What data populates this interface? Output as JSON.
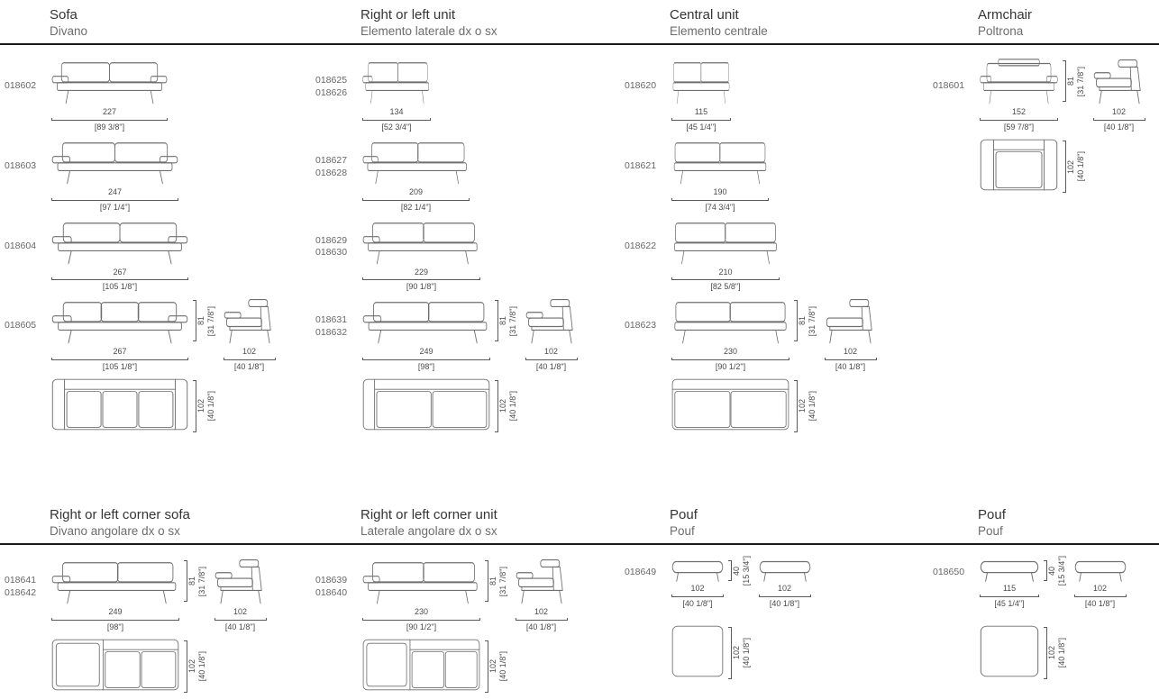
{
  "colors": {
    "rule": "#191919",
    "stroke": "#6f6f6f",
    "title": "#353535",
    "muted": "#6d6d6d",
    "dim": "#4a4a4a"
  },
  "sections": [
    {
      "columns": [
        {
          "title": "Sofa",
          "subtitle": "Divano",
          "rows": [
            {
              "codes": [
                "018602"
              ],
              "front": {
                "cm": "227",
                "in": "[89 3/8\"]"
              }
            },
            {
              "codes": [
                "018603"
              ],
              "front": {
                "cm": "247",
                "in": "[97 1/4\"]"
              }
            },
            {
              "codes": [
                "018604"
              ],
              "front": {
                "cm": "267",
                "in": "[105 1/8\"]"
              }
            },
            {
              "codes": [
                "018605"
              ],
              "front": {
                "cm": "267",
                "in": "[105 1/8\"]"
              },
              "height": {
                "cm": "81",
                "in": "[31 7/8\"]"
              },
              "side": {
                "cm": "102",
                "in": "[40 1/8\"]"
              }
            },
            {
              "top": {
                "cm": "102",
                "in": "[40 1/8\"]"
              }
            }
          ]
        },
        {
          "title": "Right or left unit",
          "subtitle": "Elemento laterale dx o sx",
          "rows": [
            {
              "codes": [
                "018625",
                "018626"
              ],
              "front": {
                "cm": "134",
                "in": "[52 3/4\"]"
              }
            },
            {
              "codes": [
                "018627",
                "018628"
              ],
              "front": {
                "cm": "209",
                "in": "[82 1/4\"]"
              }
            },
            {
              "codes": [
                "018629",
                "018630"
              ],
              "front": {
                "cm": "229",
                "in": "[90 1/8\"]"
              }
            },
            {
              "codes": [
                "018631",
                "018632"
              ],
              "front": {
                "cm": "249",
                "in": "[98\"]"
              },
              "height": {
                "cm": "81",
                "in": "[31 7/8\"]"
              },
              "side": {
                "cm": "102",
                "in": "[40 1/8\"]"
              }
            },
            {
              "top": {
                "cm": "102",
                "in": "[40 1/8\"]"
              }
            }
          ]
        },
        {
          "title": "Central unit",
          "subtitle": "Elemento centrale",
          "rows": [
            {
              "codes": [
                "018620"
              ],
              "front": {
                "cm": "115",
                "in": "[45 1/4\"]"
              }
            },
            {
              "codes": [
                "018621"
              ],
              "front": {
                "cm": "190",
                "in": "[74 3/4\"]"
              }
            },
            {
              "codes": [
                "018622"
              ],
              "front": {
                "cm": "210",
                "in": "[82 5/8\"]"
              }
            },
            {
              "codes": [
                "018623"
              ],
              "front": {
                "cm": "230",
                "in": "[90 1/2\"]"
              },
              "height": {
                "cm": "81",
                "in": "[31 7/8\"]"
              },
              "side": {
                "cm": "102",
                "in": "[40 1/8\"]"
              }
            },
            {
              "top": {
                "cm": "102",
                "in": "[40 1/8\"]"
              }
            }
          ]
        },
        {
          "title": "Armchair",
          "subtitle": "Poltrona",
          "rows": [
            {
              "codes": [
                "018601"
              ],
              "front": {
                "cm": "152",
                "in": "[59 7/8\"]"
              },
              "height": {
                "cm": "81",
                "in": "[31 7/8\"]"
              },
              "side": {
                "cm": "102",
                "in": "[40 1/8\"]"
              }
            },
            {
              "top": {
                "cm": "102",
                "in": "[40 1/8\"]"
              }
            }
          ]
        }
      ]
    },
    {
      "columns": [
        {
          "title": "Right or left corner sofa",
          "subtitle": "Divano angolare dx o sx",
          "rows": [
            {
              "codes": [
                "018641",
                "018642"
              ],
              "front": {
                "cm": "249",
                "in": "[98\"]"
              },
              "height": {
                "cm": "81",
                "in": "[31 7/8\"]"
              },
              "side": {
                "cm": "102",
                "in": "[40 1/8\"]"
              }
            },
            {
              "top": {
                "cm": "102",
                "in": "[40 1/8\"]"
              }
            }
          ]
        },
        {
          "title": "Right or left corner unit",
          "subtitle": "Laterale angolare dx o sx",
          "rows": [
            {
              "codes": [
                "018639",
                "018640"
              ],
              "front": {
                "cm": "230",
                "in": "[90 1/2\"]"
              },
              "height": {
                "cm": "81",
                "in": "[31 7/8\"]"
              },
              "side": {
                "cm": "102",
                "in": "[40 1/8\"]"
              }
            },
            {
              "top": {
                "cm": "102",
                "in": "[40 1/8\"]"
              }
            }
          ]
        },
        {
          "title": "Pouf",
          "subtitle": "Pouf",
          "rows": [
            {
              "codes": [
                "018649"
              ],
              "front": {
                "cm": "102",
                "in": "[40 1/8\"]"
              },
              "height": {
                "cm": "40",
                "in": "[15 3/4\"]"
              },
              "side": {
                "cm": "102",
                "in": "[40 1/8\"]"
              }
            },
            {
              "top": {
                "cm": "102",
                "in": "[40 1/8\"]"
              }
            }
          ]
        },
        {
          "title": "Pouf",
          "subtitle": "Pouf",
          "rows": [
            {
              "codes": [
                "018650"
              ],
              "front": {
                "cm": "115",
                "in": "[45 1/4\"]"
              },
              "height": {
                "cm": "40",
                "in": "[15 3/4\"]"
              },
              "side": {
                "cm": "102",
                "in": "[40 1/8\"]"
              }
            },
            {
              "top": {
                "cm": "102",
                "in": "[40 1/8\"]"
              }
            }
          ]
        }
      ]
    }
  ]
}
